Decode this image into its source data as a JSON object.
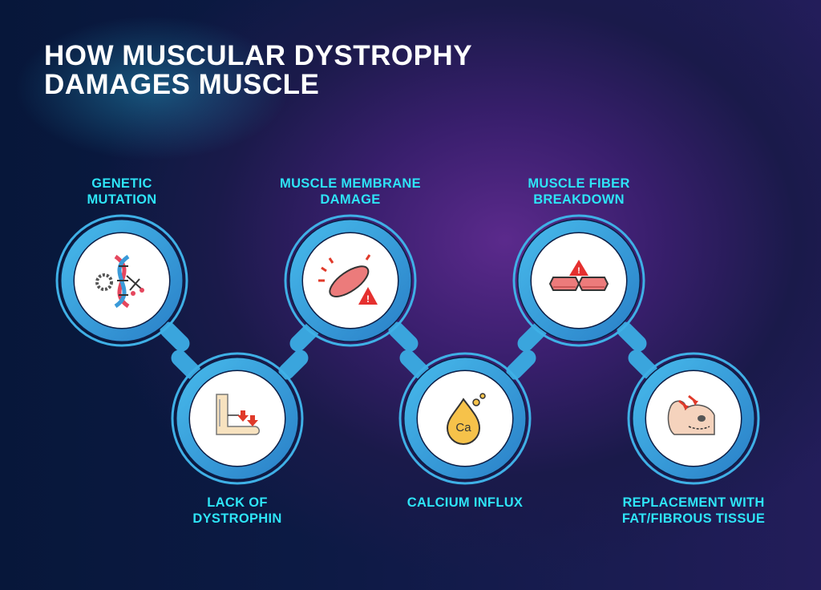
{
  "title": {
    "line1": "HOW MUSCULAR DYSTROPHY",
    "line2": "DAMAGES MUSCLE"
  },
  "steps": [
    {
      "line1": "GENETIC",
      "line2": "MUTATION",
      "icon": "dna-scissors-icon"
    },
    {
      "line1": "LACK OF",
      "line2": "DYSTROPHIN",
      "icon": "arm-muscle-down-arrows-icon"
    },
    {
      "line1": "MUSCLE MEMBRANE",
      "line2": "DAMAGE",
      "icon": "damaged-muscle-warning-icon"
    },
    {
      "line1": "CALCIUM INFLUX",
      "line2": "",
      "icon": "calcium-drop-icon"
    },
    {
      "line1": "MUSCLE FIBER",
      "line2": "BREAKDOWN",
      "icon": "torn-fiber-warning-icon"
    },
    {
      "line1": "REPLACEMENT WITH",
      "line2": "FAT/FIBROUS TISSUE",
      "icon": "bicep-fat-icon"
    }
  ],
  "colors": {
    "label": "#2ee4f6",
    "ring": "#3aa9e0",
    "ring_dark": "#0c1d45"
  }
}
